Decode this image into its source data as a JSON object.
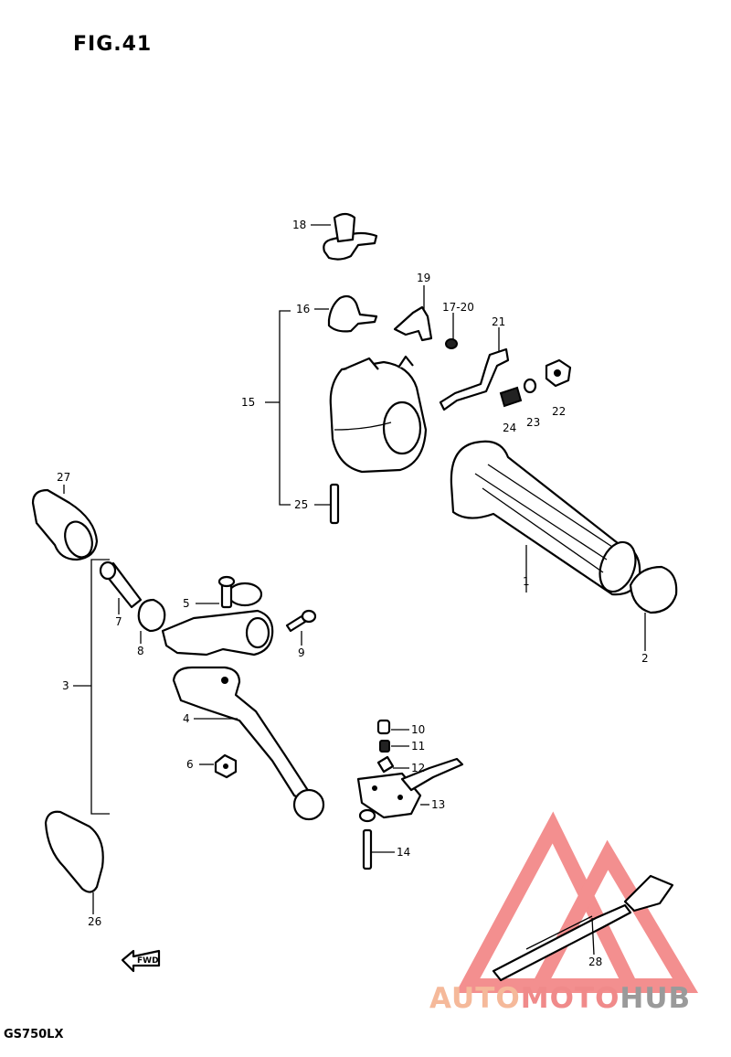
{
  "figure": {
    "title": "FIG.41",
    "model_code": "GS750LX",
    "fwd_label": "FWD"
  },
  "part_labels": [
    {
      "id": "l1",
      "text": "1"
    },
    {
      "id": "l2",
      "text": "2"
    },
    {
      "id": "l3",
      "text": "3"
    },
    {
      "id": "l4",
      "text": "4"
    },
    {
      "id": "l5",
      "text": "5"
    },
    {
      "id": "l6",
      "text": "6"
    },
    {
      "id": "l7",
      "text": "7"
    },
    {
      "id": "l8",
      "text": "8"
    },
    {
      "id": "l9",
      "text": "9"
    },
    {
      "id": "l10",
      "text": "10"
    },
    {
      "id": "l11",
      "text": "11"
    },
    {
      "id": "l12",
      "text": "12"
    },
    {
      "id": "l13",
      "text": "13"
    },
    {
      "id": "l14",
      "text": "14"
    },
    {
      "id": "l15",
      "text": "15"
    },
    {
      "id": "l16",
      "text": "16"
    },
    {
      "id": "l1720",
      "text": "17-20"
    },
    {
      "id": "l18",
      "text": "18"
    },
    {
      "id": "l19",
      "text": "19"
    },
    {
      "id": "l21",
      "text": "21"
    },
    {
      "id": "l22",
      "text": "22"
    },
    {
      "id": "l23",
      "text": "23"
    },
    {
      "id": "l24",
      "text": "24"
    },
    {
      "id": "l25",
      "text": "25"
    },
    {
      "id": "l26",
      "text": "26"
    },
    {
      "id": "l27",
      "text": "27"
    },
    {
      "id": "l28",
      "text": "28"
    }
  ],
  "watermark": {
    "part1": "AUTO",
    "part2": "MOTO",
    "part3": "HUB",
    "color1": "#f5b99a",
    "color2": "#f08a8a",
    "color3": "#9a9a9a",
    "logo_color": "#f06a6a"
  }
}
